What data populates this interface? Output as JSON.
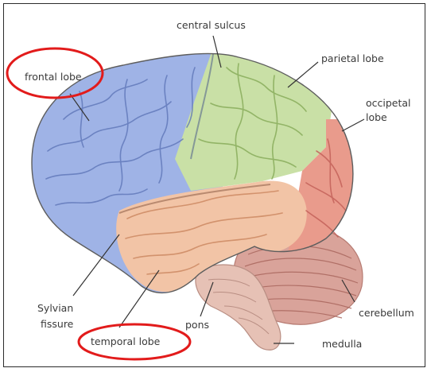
{
  "labels": {
    "central_sulcus": "central sulcus",
    "parietal_lobe": "parietal lobe",
    "occipetal_1": "occipetal",
    "occipetal_2": "lobe",
    "frontal_lobe": "frontal lobe",
    "sylvian_1": "Sylvian",
    "sylvian_2": "fissure",
    "temporal_lobe": "temporal lobe",
    "pons": "pons",
    "cerebellum": "cerebellum",
    "medulla": "medulla"
  },
  "colors": {
    "frontal": "#9fb3e6",
    "parietal": "#c9e0a6",
    "occipital": "#e99b8c",
    "temporal": "#f2c4a6",
    "cerebellum": "#d9a39a",
    "brainstem": "#e6c1b5",
    "highlight_circle": "#e21b1b",
    "leader_line": "#333333",
    "frame": "#2b2b2b"
  }
}
